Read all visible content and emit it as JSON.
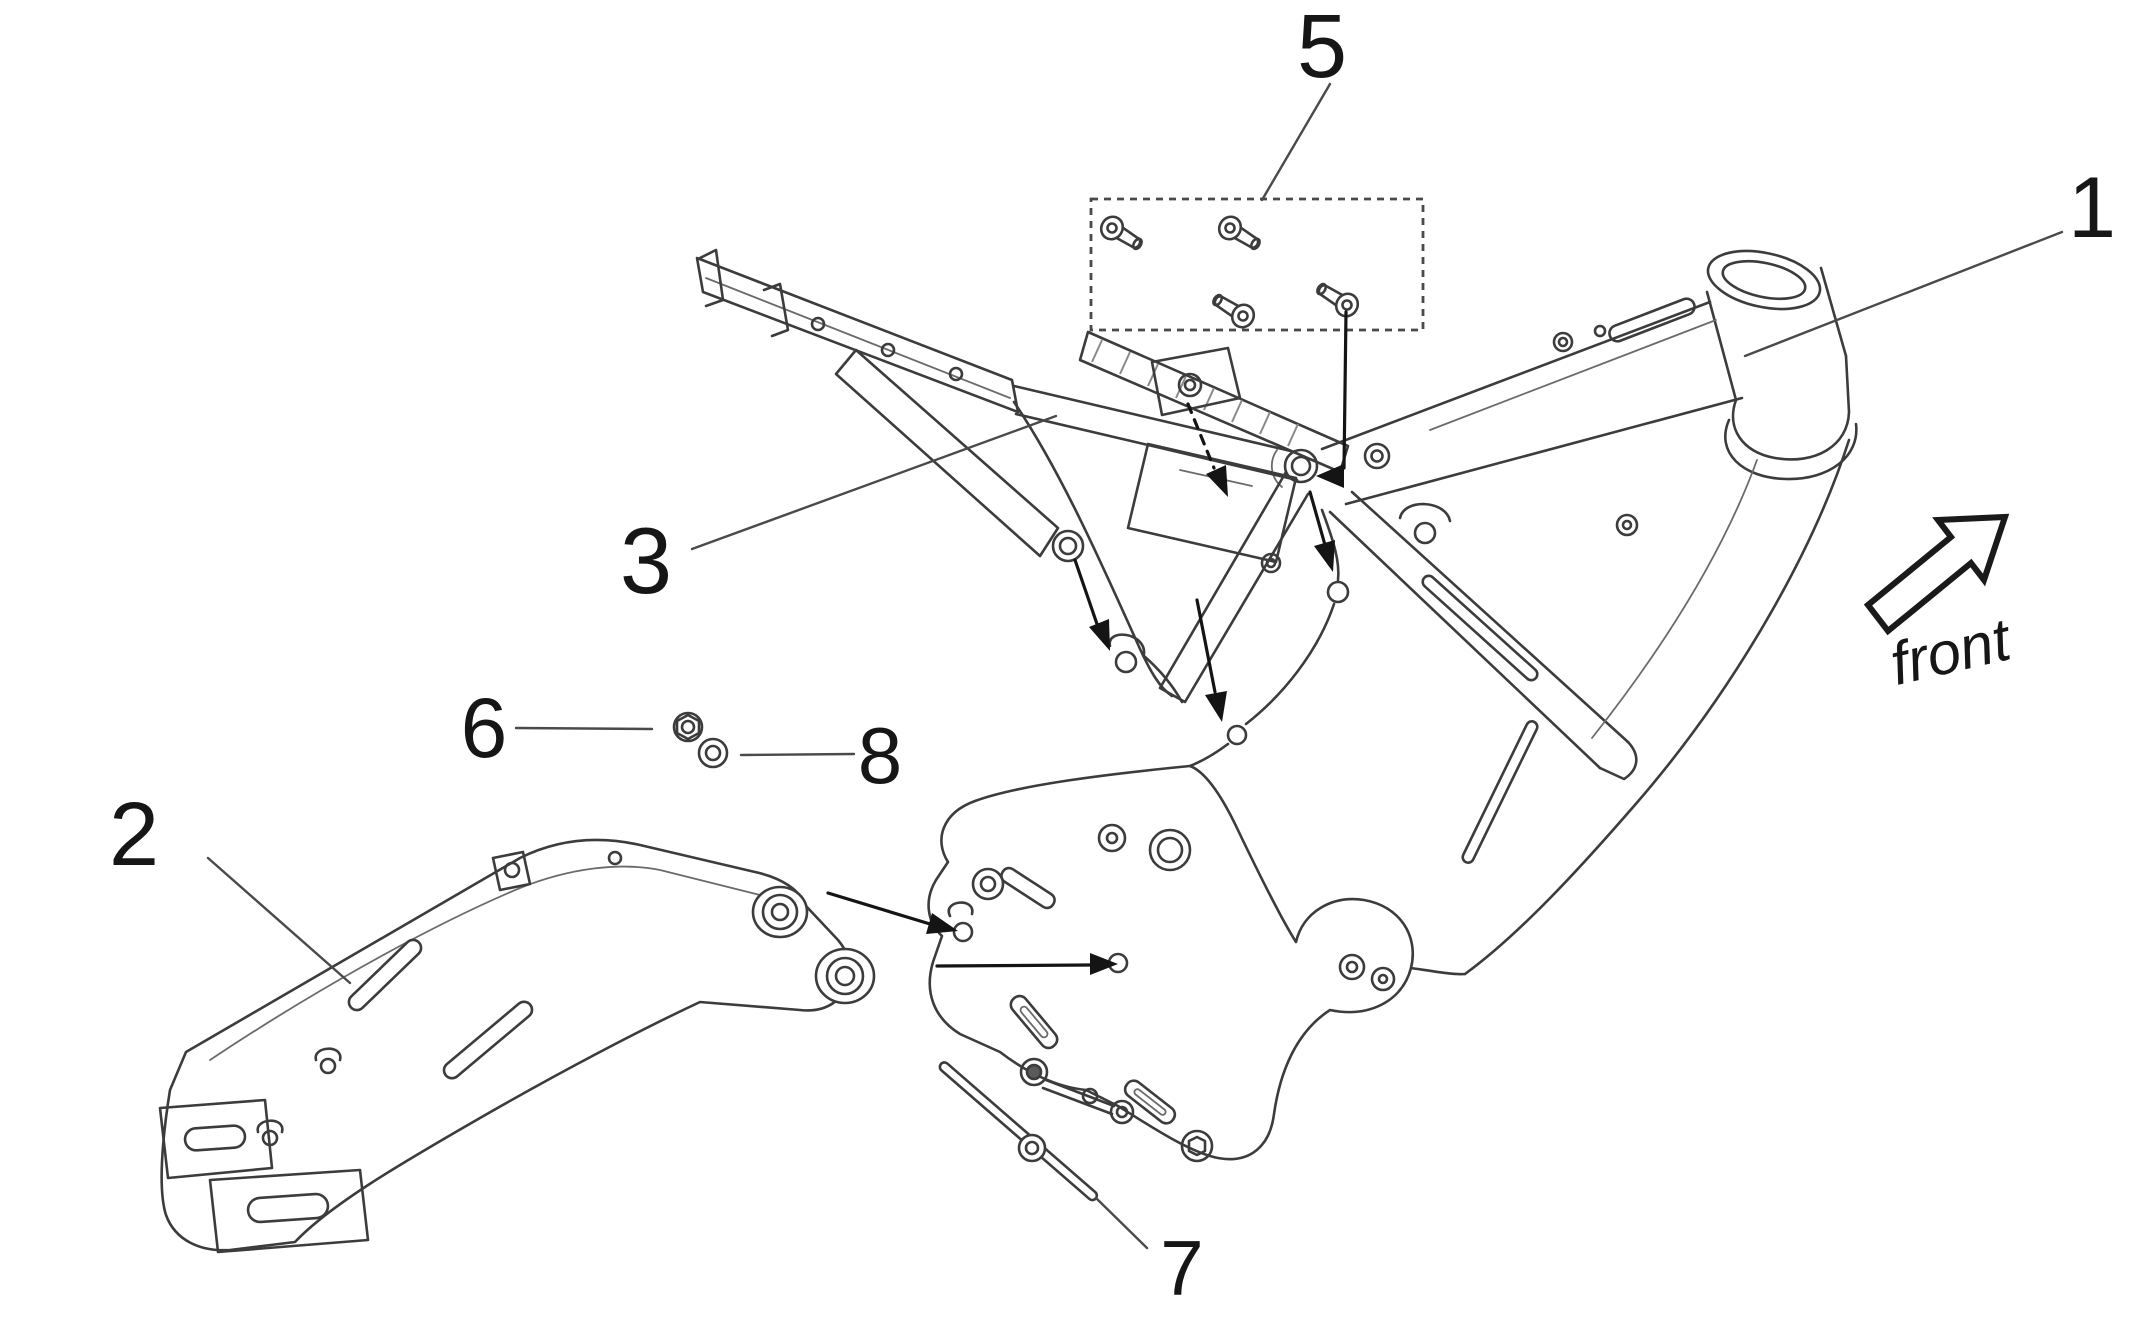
{
  "figure": {
    "type": "exploded-parts-diagram",
    "subject": "frame assembly",
    "orientation_label": "front",
    "callouts": {
      "frame": "1",
      "rear_mudguard": "2",
      "subframe": "3",
      "bolt_kit": "5",
      "nut": "6",
      "pin": "7",
      "washer": "8"
    }
  },
  "colors": {
    "line": "#3c3c3c",
    "label": "#161616",
    "background": "#ffffff"
  }
}
